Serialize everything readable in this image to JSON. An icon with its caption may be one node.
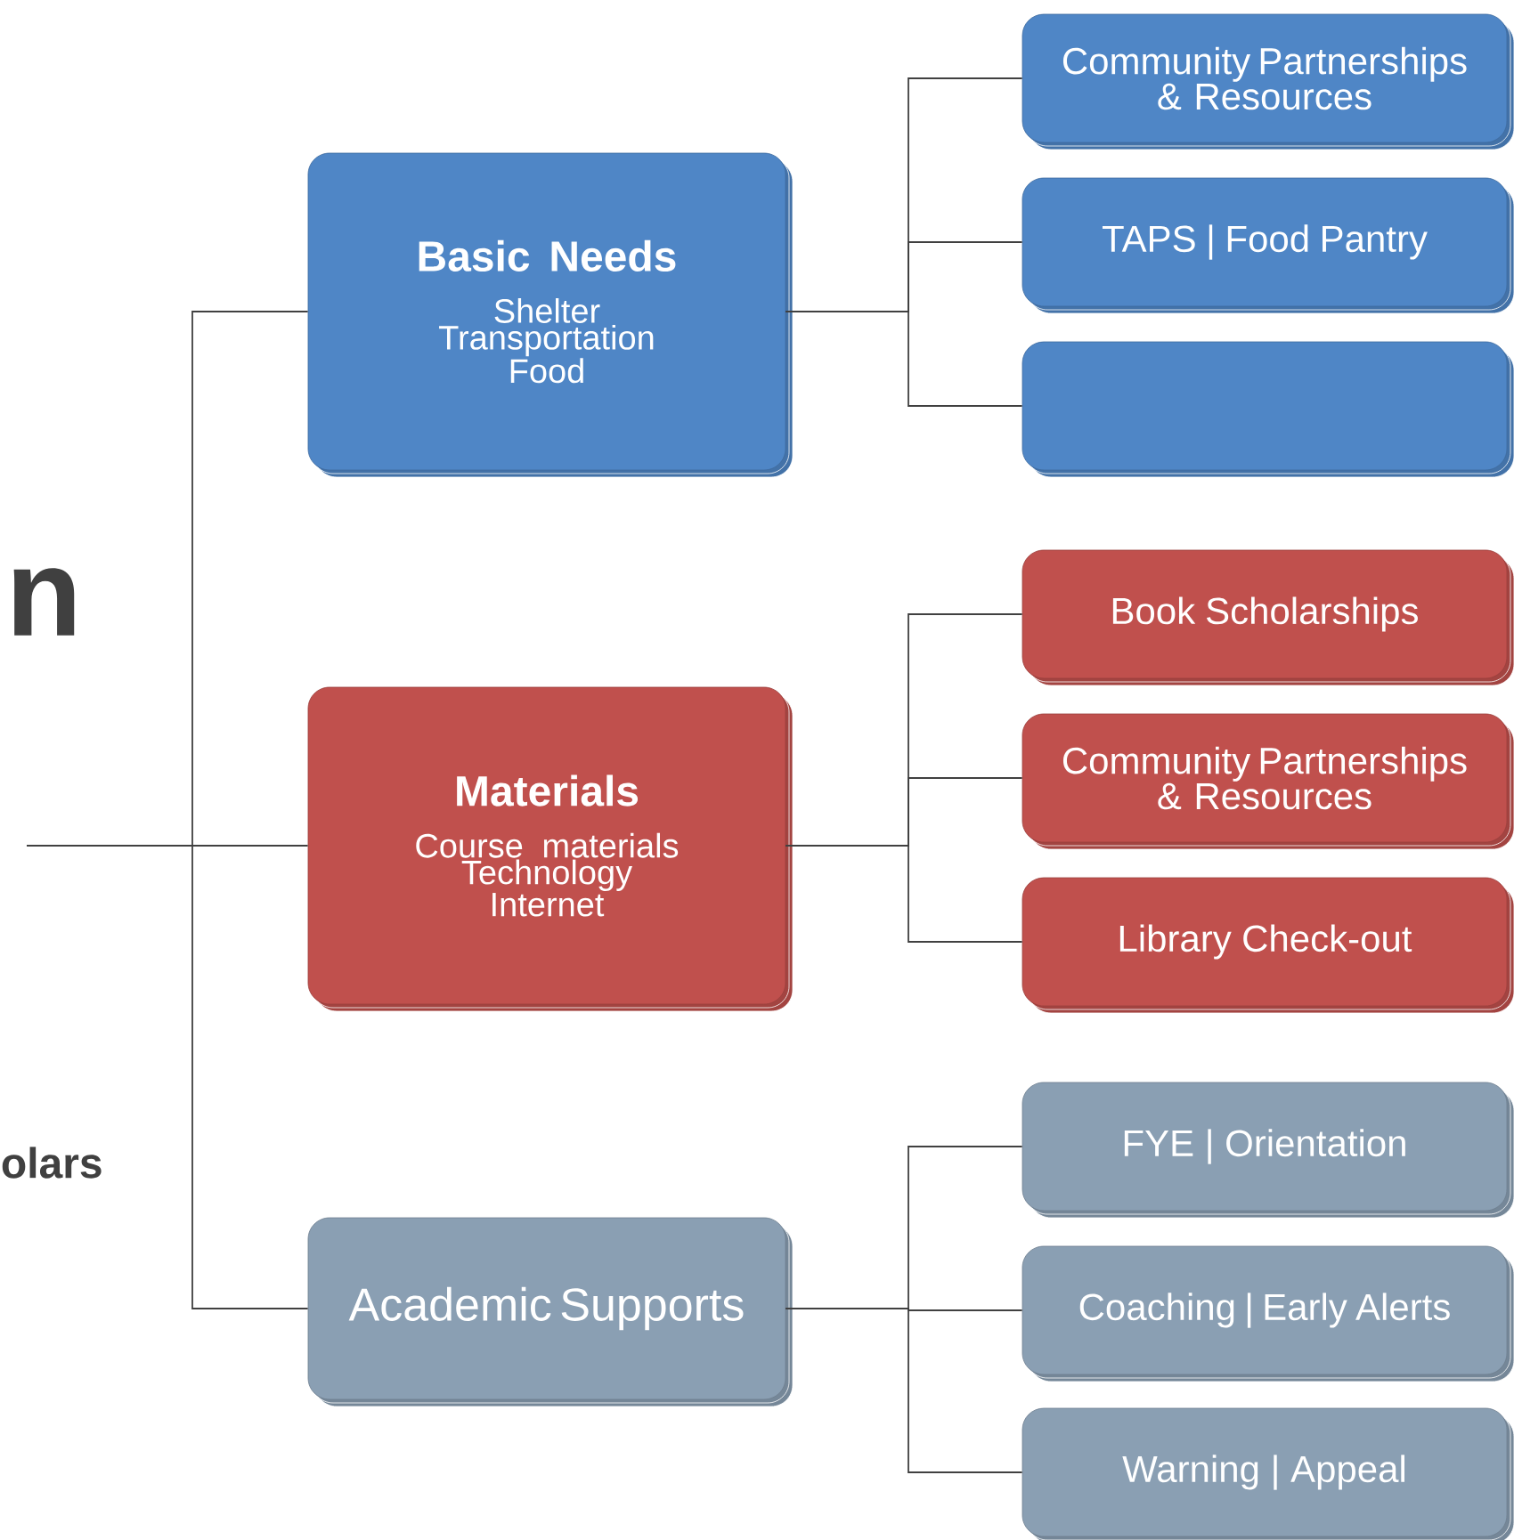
{
  "diagram": {
    "nodes": [
      {
        "text": [
          "Basic Needs",
          "Shelter Transportation Food"
        ]
      },
      {
        "text": [
          "Community Partnerships & Resources"
        ]
      },
      {
        "text": [
          "TAPS | Food Pantry"
        ]
      },
      {
        "text": [],
        "shape": "box"
      },
      {
        "text": [
          "Materials",
          "Course materials Technology Internet"
        ]
      },
      {
        "text": [
          "Book Scholarships"
        ]
      },
      {
        "text": [
          "Community Partnerships & Resources"
        ]
      },
      {
        "text": [
          "Library Check-out"
        ]
      },
      {
        "text": [
          "Academic Supports"
        ]
      },
      {
        "text": [
          "FYE | Orientation"
        ]
      },
      {
        "text": [
          "Coaching | Early Alerts"
        ]
      },
      {
        "text": [
          "Warning | Appeal"
        ]
      }
    ],
    "edges": [
      {
        "from": null,
        "to": 0,
        "arrow": "none"
      },
      {
        "from": null,
        "to": 4,
        "arrow": "none"
      },
      {
        "from": null,
        "to": 8,
        "arrow": "none"
      },
      {
        "from": 0,
        "to": 1,
        "arrow": "none"
      },
      {
        "from": 0,
        "to": 2,
        "arrow": "none"
      },
      {
        "from": 0,
        "to": 3,
        "arrow": "none"
      },
      {
        "from": 4,
        "to": 5,
        "arrow": "none"
      },
      {
        "from": 4,
        "to": 6,
        "arrow": "none"
      },
      {
        "from": 4,
        "to": 7,
        "arrow": "none"
      },
      {
        "from": 8,
        "to": 9,
        "arrow": "none"
      },
      {
        "from": 8,
        "to": 10,
        "arrow": "none"
      },
      {
        "from": 8,
        "to": 11,
        "arrow": "none"
      }
    ],
    "labels": [
      "n",
      "olars"
    ]
  }
}
